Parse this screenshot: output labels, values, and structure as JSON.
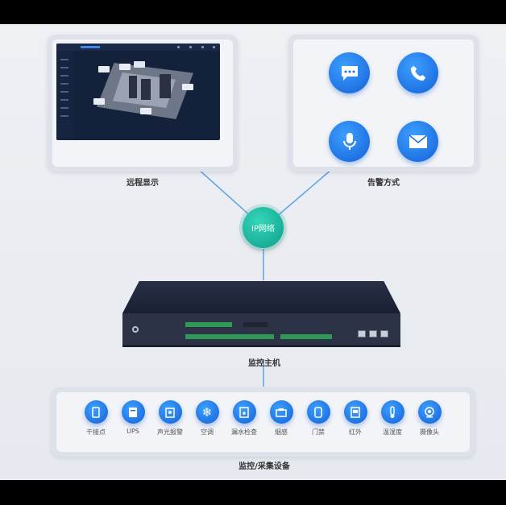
{
  "panels": {
    "remote_display_caption": "远程显示",
    "alarm_methods_caption": "告警方式"
  },
  "network": {
    "label": "IP网络"
  },
  "host": {
    "caption": "监控主机"
  },
  "devices": {
    "caption": "监控/采集设备",
    "items": [
      {
        "label": "干接点",
        "icon": "contact-icon"
      },
      {
        "label": "UPS",
        "icon": "ups-icon"
      },
      {
        "label": "声光报警",
        "icon": "alarm-light-icon"
      },
      {
        "label": "空调",
        "icon": "snowflake-icon"
      },
      {
        "label": "漏水检查",
        "icon": "water-leak-icon"
      },
      {
        "label": "烟感",
        "icon": "smoke-sensor-icon"
      },
      {
        "label": "门禁",
        "icon": "door-icon"
      },
      {
        "label": "红外",
        "icon": "infrared-icon"
      },
      {
        "label": "温湿度",
        "icon": "thermometer-icon"
      },
      {
        "label": "摄像头",
        "icon": "camera-icon"
      }
    ]
  },
  "colors": {
    "accent_blue": "#1a74ea",
    "network_teal": "#17b39c",
    "background": "#eef0f4"
  }
}
